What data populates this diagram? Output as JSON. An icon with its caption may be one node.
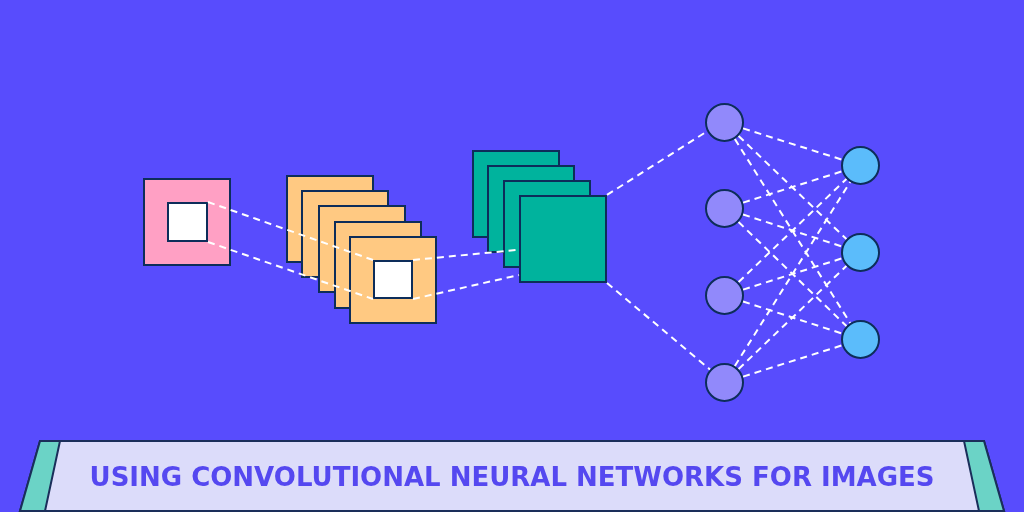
{
  "diagram": {
    "title": "USING CONVOLUTIONAL NEURAL NETWORKS FOR IMAGES",
    "nodes": [
      {
        "text": [],
        "shape": "box"
      },
      {
        "text": [],
        "shape": "box",
        "in": 0
      },
      {
        "text": [],
        "shape": "stack"
      },
      {
        "text": [],
        "shape": "box",
        "in": 2
      },
      {
        "text": [],
        "shape": "stack"
      },
      {
        "text": [],
        "shape": "circle"
      },
      {
        "text": [],
        "shape": "circle"
      },
      {
        "text": [],
        "shape": "circle"
      },
      {
        "text": [],
        "shape": "circle"
      },
      {
        "text": [],
        "shape": "circle"
      },
      {
        "text": [],
        "shape": "circle"
      },
      {
        "text": [],
        "shape": "circle"
      }
    ],
    "edges": [
      {
        "from": 1,
        "to": 3,
        "arrow": "none",
        "style": "dashed"
      },
      {
        "from": 1,
        "to": 3,
        "arrow": "none",
        "style": "dashed"
      },
      {
        "from": 3,
        "to": 4,
        "arrow": "none",
        "style": "dashed"
      },
      {
        "from": 3,
        "to": 4,
        "arrow": "none",
        "style": "dashed"
      },
      {
        "from": 4,
        "to": 5,
        "arrow": "none",
        "style": "dashed"
      },
      {
        "from": 4,
        "to": 8,
        "arrow": "none",
        "style": "dashed"
      },
      {
        "from": 5,
        "to": 9,
        "arrow": "none",
        "style": "dashed"
      },
      {
        "from": 5,
        "to": 10,
        "arrow": "none",
        "style": "dashed"
      },
      {
        "from": 5,
        "to": 11,
        "arrow": "none",
        "style": "dashed"
      },
      {
        "from": 6,
        "to": 9,
        "arrow": "none",
        "style": "dashed"
      },
      {
        "from": 6,
        "to": 10,
        "arrow": "none",
        "style": "dashed"
      },
      {
        "from": 6,
        "to": 11,
        "arrow": "none",
        "style": "dashed"
      },
      {
        "from": 7,
        "to": 9,
        "arrow": "none",
        "style": "dashed"
      },
      {
        "from": 7,
        "to": 10,
        "arrow": "none",
        "style": "dashed"
      },
      {
        "from": 7,
        "to": 11,
        "arrow": "none",
        "style": "dashed"
      },
      {
        "from": 8,
        "to": 9,
        "arrow": "none",
        "style": "dashed"
      },
      {
        "from": 8,
        "to": 10,
        "arrow": "none",
        "style": "dashed"
      },
      {
        "from": 8,
        "to": 11,
        "arrow": "none",
        "style": "dashed"
      }
    ]
  }
}
